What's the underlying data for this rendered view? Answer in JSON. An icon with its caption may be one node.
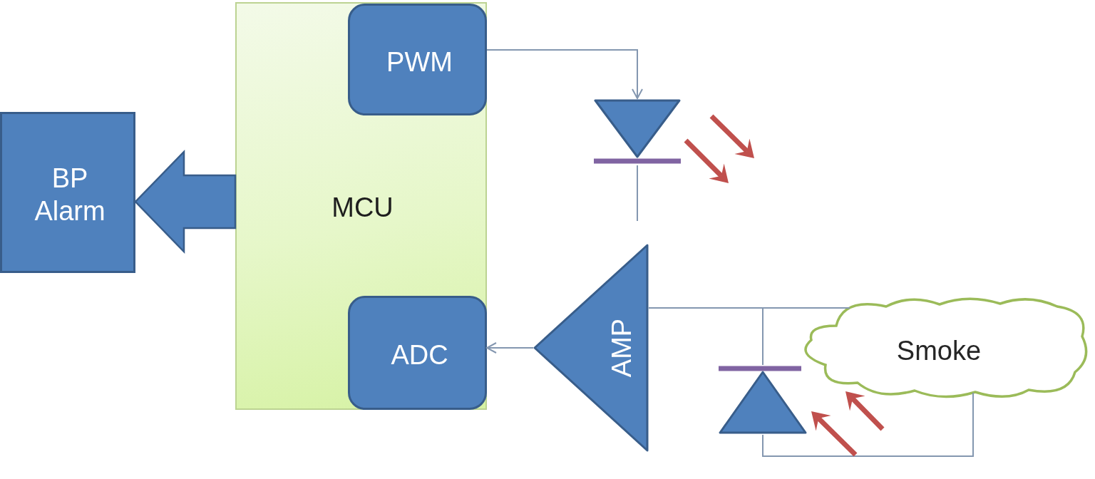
{
  "diagram": {
    "nodes": [
      {
        "text": [
          "BP Alarm"
        ]
      },
      {
        "text": [
          "MCU"
        ]
      },
      {
        "text": [
          "PWM"
        ],
        "in": 1
      },
      {
        "text": [
          "ADC"
        ],
        "in": 1
      },
      {
        "text": [],
        "shape": "diode"
      },
      {
        "text": [
          "AMP"
        ]
      },
      {
        "text": [],
        "shape": "diode"
      },
      {
        "text": [
          "Smoke"
        ]
      }
    ],
    "edges": [
      {
        "from": 1,
        "to": 0,
        "arrow": "to",
        "style": "thick",
        "color": "#4f81bd"
      },
      {
        "from": 2,
        "to": 4,
        "arrow": "to"
      },
      {
        "from": 4,
        "to": null,
        "arrow": "none"
      },
      {
        "from": 5,
        "to": 3,
        "arrow": "to"
      },
      {
        "from": 5,
        "to": 6,
        "arrow": "none"
      },
      {
        "from": 5,
        "to": 7,
        "arrow": "none"
      },
      {
        "from": 6,
        "to": 7,
        "arrow": "none"
      }
    ]
  }
}
